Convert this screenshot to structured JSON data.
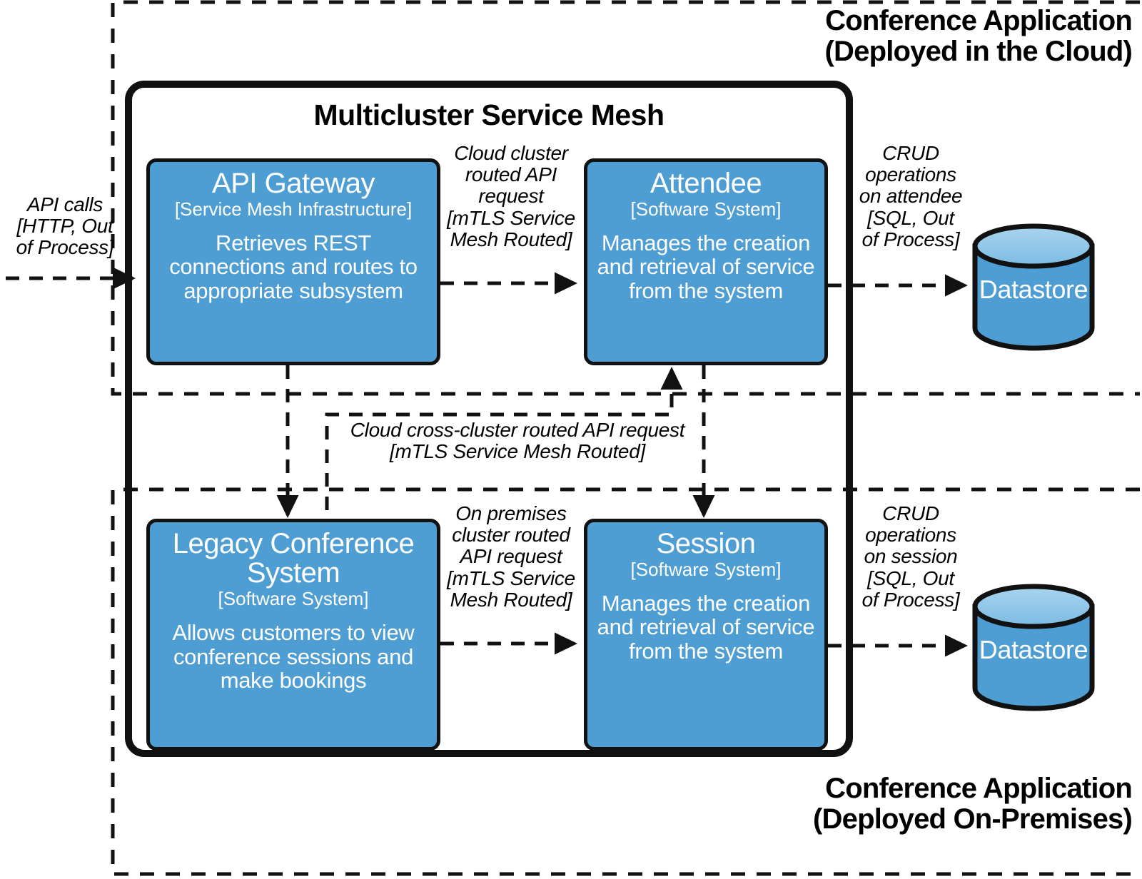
{
  "regions": {
    "cloud_caption": "Conference Application\n(Deployed in the Cloud)",
    "onprem_caption": "Conference Application\n(Deployed On-Premises)"
  },
  "mesh": {
    "title": "Multicluster Service Mesh"
  },
  "nodes": [
    {
      "id": "api-gateway",
      "title": "API Gateway",
      "tech": "[Service Mesh Infrastructure]",
      "desc": "Retrieves REST connections and routes to appropriate subsystem"
    },
    {
      "id": "attendee",
      "title": "Attendee",
      "tech": "[Software System]",
      "desc": "Manages the creation and retrieval of service from the system"
    },
    {
      "id": "legacy-conference-system",
      "title": "Legacy Conference System",
      "tech": "[Software System]",
      "desc": "Allows customers to view conference sessions and make bookings"
    },
    {
      "id": "session",
      "title": "Session",
      "tech": "[Software System]",
      "desc": "Manages the creation and retrieval of service from the system"
    }
  ],
  "datastores": [
    {
      "id": "attendee-datastore",
      "label": "Datastore"
    },
    {
      "id": "session-datastore",
      "label": "Datastore"
    }
  ],
  "edge_labels": {
    "api_calls": "API calls\n[HTTP, Out\nof Process]",
    "cloud_cluster_routed": "Cloud cluster\nrouted API\nrequest\n[mTLS Service\nMesh Routed]",
    "crud_attendee": "CRUD\noperations\non attendee\n[SQL, Out\nof Process]",
    "cross_cluster": "Cloud cross-cluster routed API request\n[mTLS Service Mesh Routed]",
    "onprem_cluster_routed": "On premises\ncluster routed\nAPI request\n[mTLS Service\nMesh Routed]",
    "crud_session": "CRUD\noperations\non session\n[SQL, Out\nof Process]"
  },
  "colors": {
    "node_fill": "#4e9ed4",
    "cylinder_body": "#4e9ed4",
    "cylinder_top": "#8fc4e8",
    "stroke": "#111111",
    "text_on_node": "#ffffff",
    "background": "#ffffff"
  }
}
